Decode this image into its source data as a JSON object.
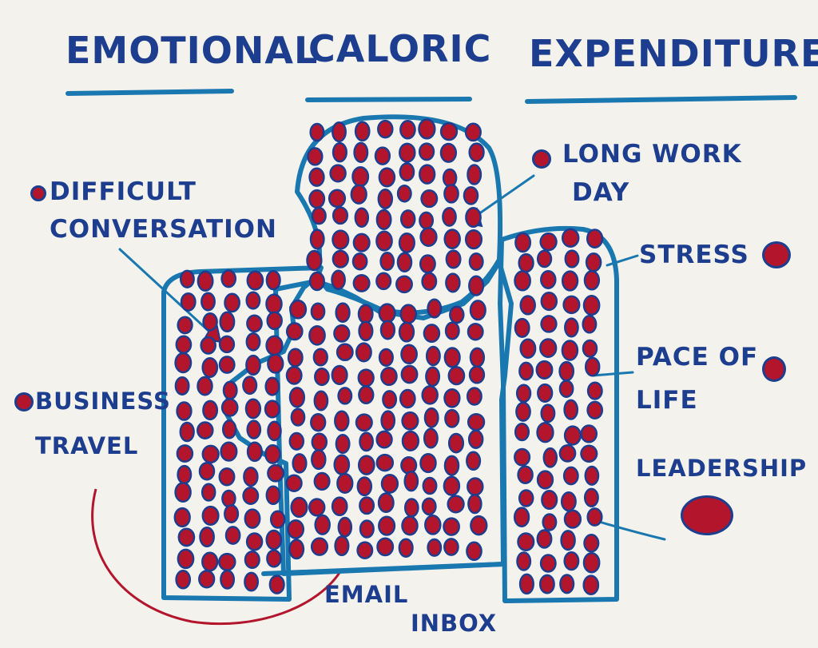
{
  "title": {
    "word1": "EMOTIONAL",
    "word2": "CALORIC",
    "word3": "EXPENDITURES"
  },
  "labels": {
    "long_work_day_line1": "LONG WORK",
    "long_work_day_line2": "DAY",
    "difficult_conversation_line1": "DIFFICULT",
    "difficult_conversation_line2": "CONVERSATION",
    "stress": "STRESS",
    "pace_of_life_line1": "PACE OF",
    "pace_of_life_line2": "LIFE",
    "business_travel_line1": "BUSINESS",
    "business_travel_line2": "TRAVEL",
    "leadership": "LEADERSHIP",
    "email_inbox_line1": "EMAIL",
    "email_inbox_line2": "INBOX"
  },
  "colors": {
    "ink_blue": "#1d3d8e",
    "marker_teal": "#1a78b0",
    "dot_red": "#b3162c",
    "paper": "#f4f2ec"
  }
}
